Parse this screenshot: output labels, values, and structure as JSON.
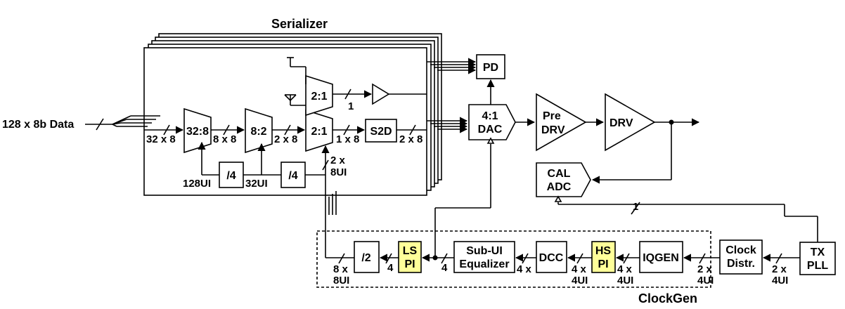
{
  "labels": {
    "serializer": "Serializer",
    "clockgen": "ClockGen",
    "data_in": "128 x 8b Data",
    "mux_32_8": "32:8",
    "mux_8_2": "8:2",
    "mux_2_1a": "2:1",
    "mux_2_1b": "2:1",
    "s2d": "S2D",
    "div4a": "/4",
    "div4b": "/4",
    "pd": "PD",
    "dac_1": "4:1",
    "dac_2": "DAC",
    "predrv_1": "Pre",
    "predrv_2": "DRV",
    "drv": "DRV",
    "caladc_1": "CAL",
    "caladc_2": "ADC",
    "txpll_1": "TX",
    "txpll_2": "PLL",
    "clkdist_1": "Clock",
    "clkdist_2": "Distr.",
    "iqgen": "IQGEN",
    "hspi_1": "HS",
    "hspi_2": "PI",
    "dcc": "DCC",
    "subui_1": "Sub-UI",
    "subui_2": "Equalizer",
    "lspi_1": "LS",
    "lspi_2": "PI",
    "div2": "/2"
  },
  "bus_labels": {
    "w32x8": "32 x 8",
    "w8x8": "8 x 8",
    "w2x8": "2 x 8",
    "w1x8": "1 x 8",
    "w2x8b": "2 x 8",
    "w1": "1",
    "w2x_1": "2 x",
    "w8ui": "8UI",
    "ui128": "128UI",
    "ui32": "32UI",
    "cal1": "1",
    "c4_lspi": "4",
    "c4_sub": "4",
    "c8x": "8 x",
    "c8ui": "8UI",
    "c4x_sub": "4 x",
    "c4x_dcc": "4 x",
    "c4ui_dcc": "4UI",
    "c4x_hs": "4 x",
    "c4ui_hs": "4UI",
    "c2x_iq": "2 x",
    "c4ui_iq": "4UI",
    "c2x_pll": "2 x",
    "c4ui_pll": "4UI"
  },
  "colors": {
    "line": "#000000",
    "highlight": "#ffff99",
    "background": "#ffffff"
  }
}
